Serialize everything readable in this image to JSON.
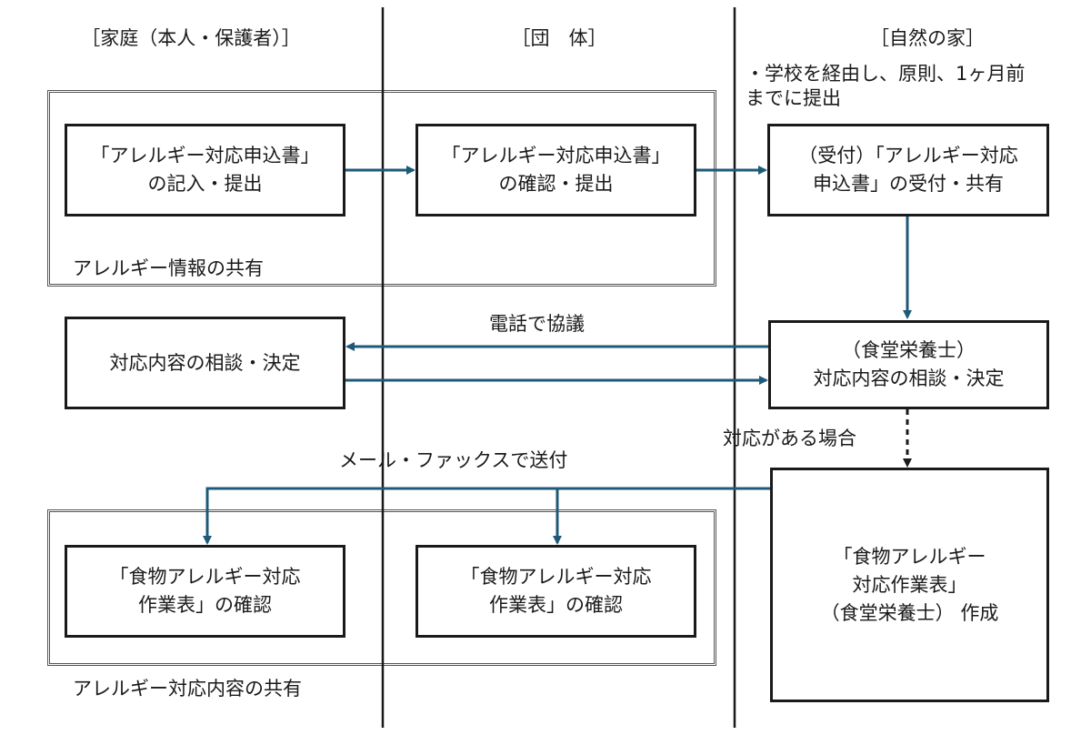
{
  "columns": {
    "family": "［家庭（本人・保護者）］",
    "group": "［団　体］",
    "nature_house": "［自然の家］"
  },
  "note": "・学校を経由し、原則、1ヶ月前\nまでに提出",
  "boxes": {
    "apply_fill": "「アレルギー対応申込書」\nの記入・提出",
    "apply_confirm": "「アレルギー対応申込書」\nの確認・提出",
    "apply_receive": "（受付）「アレルギー対応\n申込書」の受付・共有",
    "consult_family": "対応内容の相談・決定",
    "consult_nutritionist": "（食堂栄養士）\n対応内容の相談・決定",
    "worksheet_create": "「食物アレルギー\n対応作業表」\n（食堂栄養士） 作成",
    "worksheet_check_family": "「食物アレルギー対応\n作業表」の確認",
    "worksheet_check_group": "「食物アレルギー対応\n作業表」の確認"
  },
  "labels": {
    "allergy_info_shared": "アレルギー情報の共有",
    "phone_discussion": "電話で協議",
    "if_needed": "対応がある場合",
    "mail_fax": "メール・ファックスで送付",
    "allergy_response_shared": "アレルギー対応内容の共有"
  },
  "colors": {
    "arrow": "#1e5a78",
    "border": "#1a1a1a"
  }
}
